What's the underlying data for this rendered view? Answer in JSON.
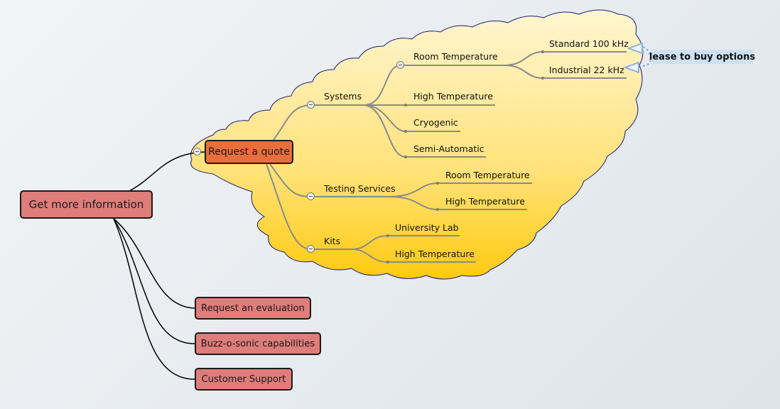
{
  "root": {
    "label": "Get more information"
  },
  "quote": {
    "label": "Request a quote"
  },
  "side_topics": [
    {
      "label": "Request an evaluation"
    },
    {
      "label": "Buzz-o-sonic capabilities"
    },
    {
      "label": "Customer Support"
    }
  ],
  "systems": {
    "label": "Systems",
    "room_temperature": {
      "label": "Room Temperature",
      "children": [
        "Standard 100 kHz",
        "Industrial 22 kHz"
      ]
    },
    "children": [
      "High Temperature",
      "Cryogenic",
      "Semi-Automatic"
    ]
  },
  "testing": {
    "label": "Testing Services",
    "children": [
      "Room Temperature",
      "High Temperature"
    ]
  },
  "kits": {
    "label": "Kits",
    "children": [
      "University Lab",
      "High Temperature"
    ]
  },
  "callout": {
    "label": "lease to buy options"
  },
  "colors": {
    "root_fill": "#df7d7b",
    "quote_fill": "#e86e3b",
    "cloud_top": "#fff5cf",
    "cloud_bottom": "#ffcb10",
    "cloud_outline": "#1a1a7a",
    "branch": "#8a8a8a",
    "callout_fill": "#cfe0f2",
    "callout_line": "#8eb2dc"
  },
  "icons": [
    "collapse-toggle-icon",
    "callout-arrow-icon"
  ]
}
